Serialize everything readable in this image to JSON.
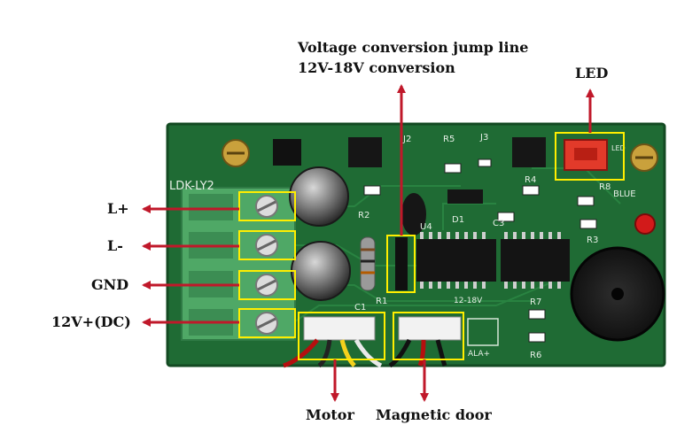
{
  "labels": {
    "l_plus": "L+",
    "l_minus": "L-",
    "gnd": "GND",
    "v12": "12V+(DC)",
    "jump_line_1": "Voltage conversion jump line",
    "jump_line_2": "12V-18V conversion",
    "led": "LED",
    "motor": "Motor",
    "magnetic_door": "Magnetic door"
  },
  "silkscreen": {
    "board_name": "LDK-LY2",
    "j2": "J2",
    "j3": "J3",
    "r5": "R5",
    "r4": "R4",
    "r8": "R8",
    "r2": "R2",
    "r3": "R3",
    "r1": "R1",
    "r7": "R7",
    "r6": "R6",
    "d1": "D1",
    "c3": "C3",
    "c1": "C1",
    "u4": "U4",
    "blue": "BLUE",
    "led_mark": "LED",
    "v12_18": "12-18V",
    "ala": "ALA+"
  },
  "colors": {
    "pcb": "#1f6b34",
    "terminal": "#4fa866",
    "highlight": "#ffee00",
    "arrow": "#c0182a"
  }
}
